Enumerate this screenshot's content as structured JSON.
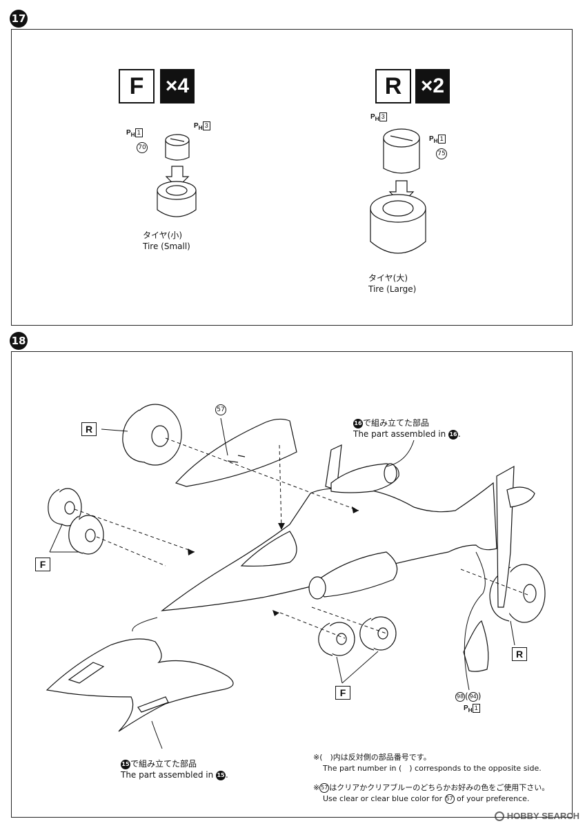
{
  "step17": {
    "number": "17",
    "front": {
      "letter": "F",
      "qty": "×4",
      "label_jp": "タイヤ(小)",
      "label_en": "Tire (Small)",
      "part": "70",
      "ph_a": "1",
      "ph_b": "3"
    },
    "rear": {
      "letter": "R",
      "qty": "×2",
      "label_jp": "タイヤ(大)",
      "label_en": "Tire (Large)",
      "part": "75",
      "ph_a": "3",
      "ph_b": "1"
    }
  },
  "step18": {
    "number": "18",
    "part_57": "57",
    "ref16_jp": "で組み立てた部品",
    "ref16_en": "The part assembled in",
    "ref16_num": "16",
    "ref15_jp": "で組み立てた部品",
    "ref15_en": "The part assembled in",
    "ref15_num": "15",
    "label_R": "R",
    "label_F": "F",
    "part_98": "98",
    "part_94": "94",
    "ph_c": "1",
    "note1_jp": "※(　)内は反対側の部品番号です。",
    "note1_en_a": "The part number in (　) corresponds to the opposite side.",
    "note2_jp": "はクリアかクリアブルーのどちらかお好みの色をご使用下さい。",
    "note2_en_a": "Use clear or clear blue color for",
    "note2_en_b": "of your preference.",
    "note2_part": "57"
  },
  "watermark": "HOBBY SEARCH"
}
